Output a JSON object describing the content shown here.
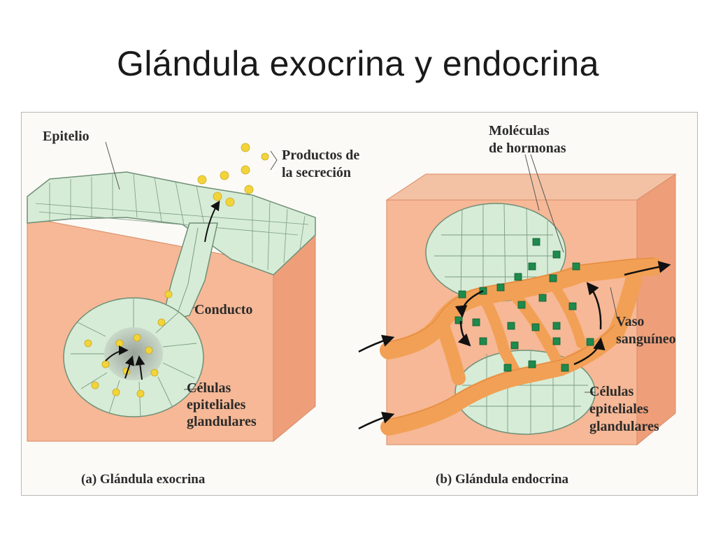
{
  "slide": {
    "title": "Glándula exocrina y endocrina"
  },
  "figure_a": {
    "caption": "(a) Glándula exocrina",
    "labels": {
      "epitelio": "Epitelio",
      "productos_1": "Productos de",
      "productos_2": "la secreción",
      "conducto": "Conducto",
      "celulas_1": "Células",
      "celulas_2": "epiteliales",
      "celulas_3": "glandulares"
    }
  },
  "figure_b": {
    "caption": "(b) Glándula endocrina",
    "labels": {
      "moleculas_1": "Moléculas",
      "moleculas_2": "de hormonas",
      "vaso_1": "Vaso",
      "vaso_2": "sanguíneo",
      "celulas_1": "Células",
      "celulas_2": "epiteliales",
      "celulas_3": "glandulares"
    }
  },
  "colors": {
    "tissue": "#f6b896",
    "tissue_dark": "#e99a72",
    "cell": "#d6ecd6",
    "cell_edge": "#6f8f78",
    "secretion": "#f2d43a",
    "hormone": "#1e8a4c",
    "vessel": "#f2a055"
  }
}
